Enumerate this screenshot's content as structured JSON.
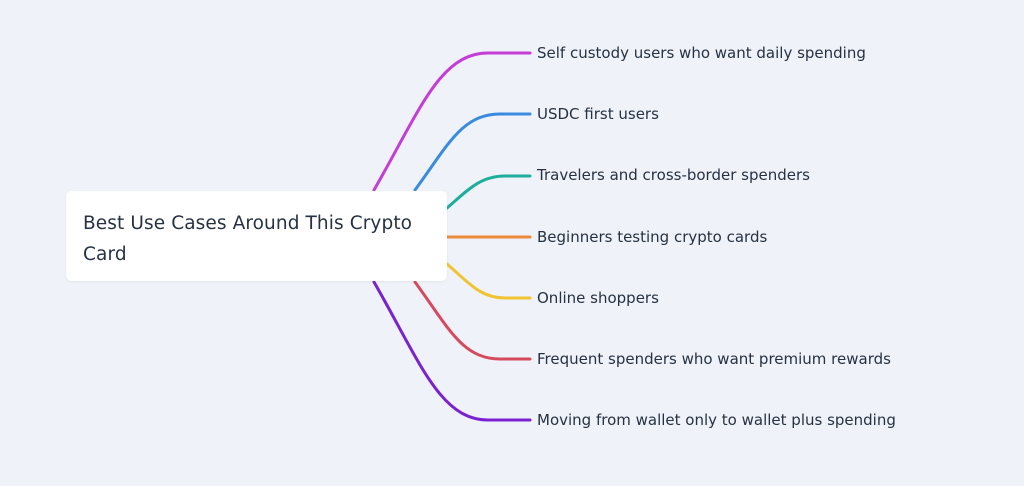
{
  "root": {
    "title": "Best Use Cases Around This Crypto Card"
  },
  "branches": [
    {
      "label": "Self custody users who want daily spending",
      "color": "#c33dd6"
    },
    {
      "label": "USDC first users",
      "color": "#3a8be0"
    },
    {
      "label": "Travelers and cross-border spenders",
      "color": "#1fae9b"
    },
    {
      "label": "Beginners testing crypto cards",
      "color": "#ec8a3b"
    },
    {
      "label": "Online shoppers",
      "color": "#f0c330"
    },
    {
      "label": "Frequent spenders who want premium rewards",
      "color": "#d64a5e"
    },
    {
      "label": "Moving from wallet only to wallet plus spending",
      "color": "#7a22d0"
    }
  ]
}
